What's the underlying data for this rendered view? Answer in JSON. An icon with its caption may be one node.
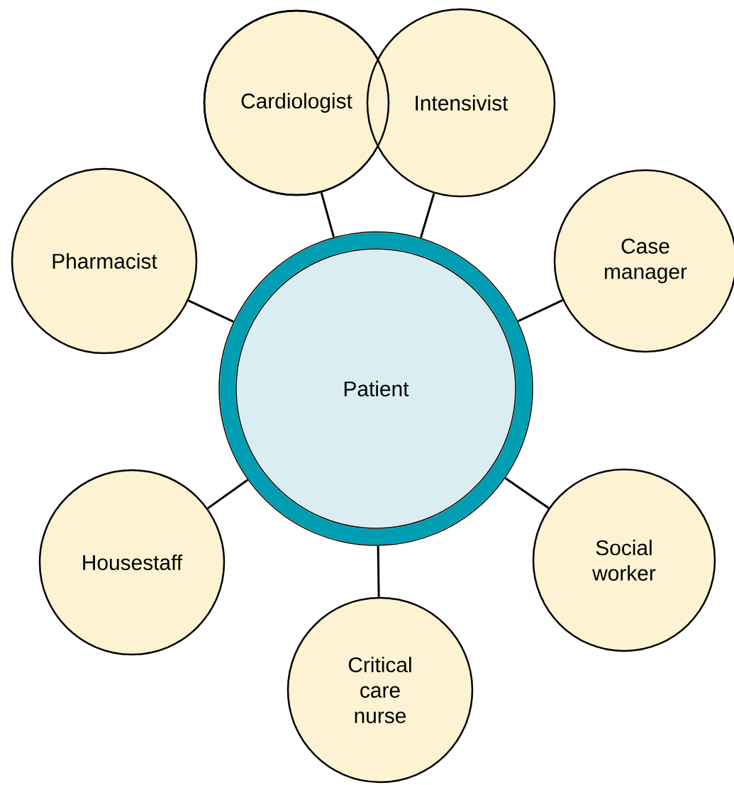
{
  "diagram": {
    "nodes": [
      {
        "text": [
          "Cardiologist"
        ]
      },
      {
        "text": [
          "Intensivist"
        ]
      },
      {
        "text": [
          "Pharmacist"
        ]
      },
      {
        "text": [
          "Case manager"
        ]
      },
      {
        "text": [
          "Patient"
        ]
      },
      {
        "text": [
          "Housestaff"
        ]
      },
      {
        "text": [
          "Social worker"
        ]
      },
      {
        "text": [
          "Critical care nurse"
        ]
      }
    ],
    "edges": [
      {
        "from": 4,
        "to": 0,
        "arrow": "none"
      },
      {
        "from": 4,
        "to": 1,
        "arrow": "none"
      },
      {
        "from": 4,
        "to": 2,
        "arrow": "none"
      },
      {
        "from": 4,
        "to": 3,
        "arrow": "none"
      },
      {
        "from": 4,
        "to": 5,
        "arrow": "none"
      },
      {
        "from": 4,
        "to": 6,
        "arrow": "none"
      },
      {
        "from": 4,
        "to": 7,
        "arrow": "none"
      }
    ]
  }
}
